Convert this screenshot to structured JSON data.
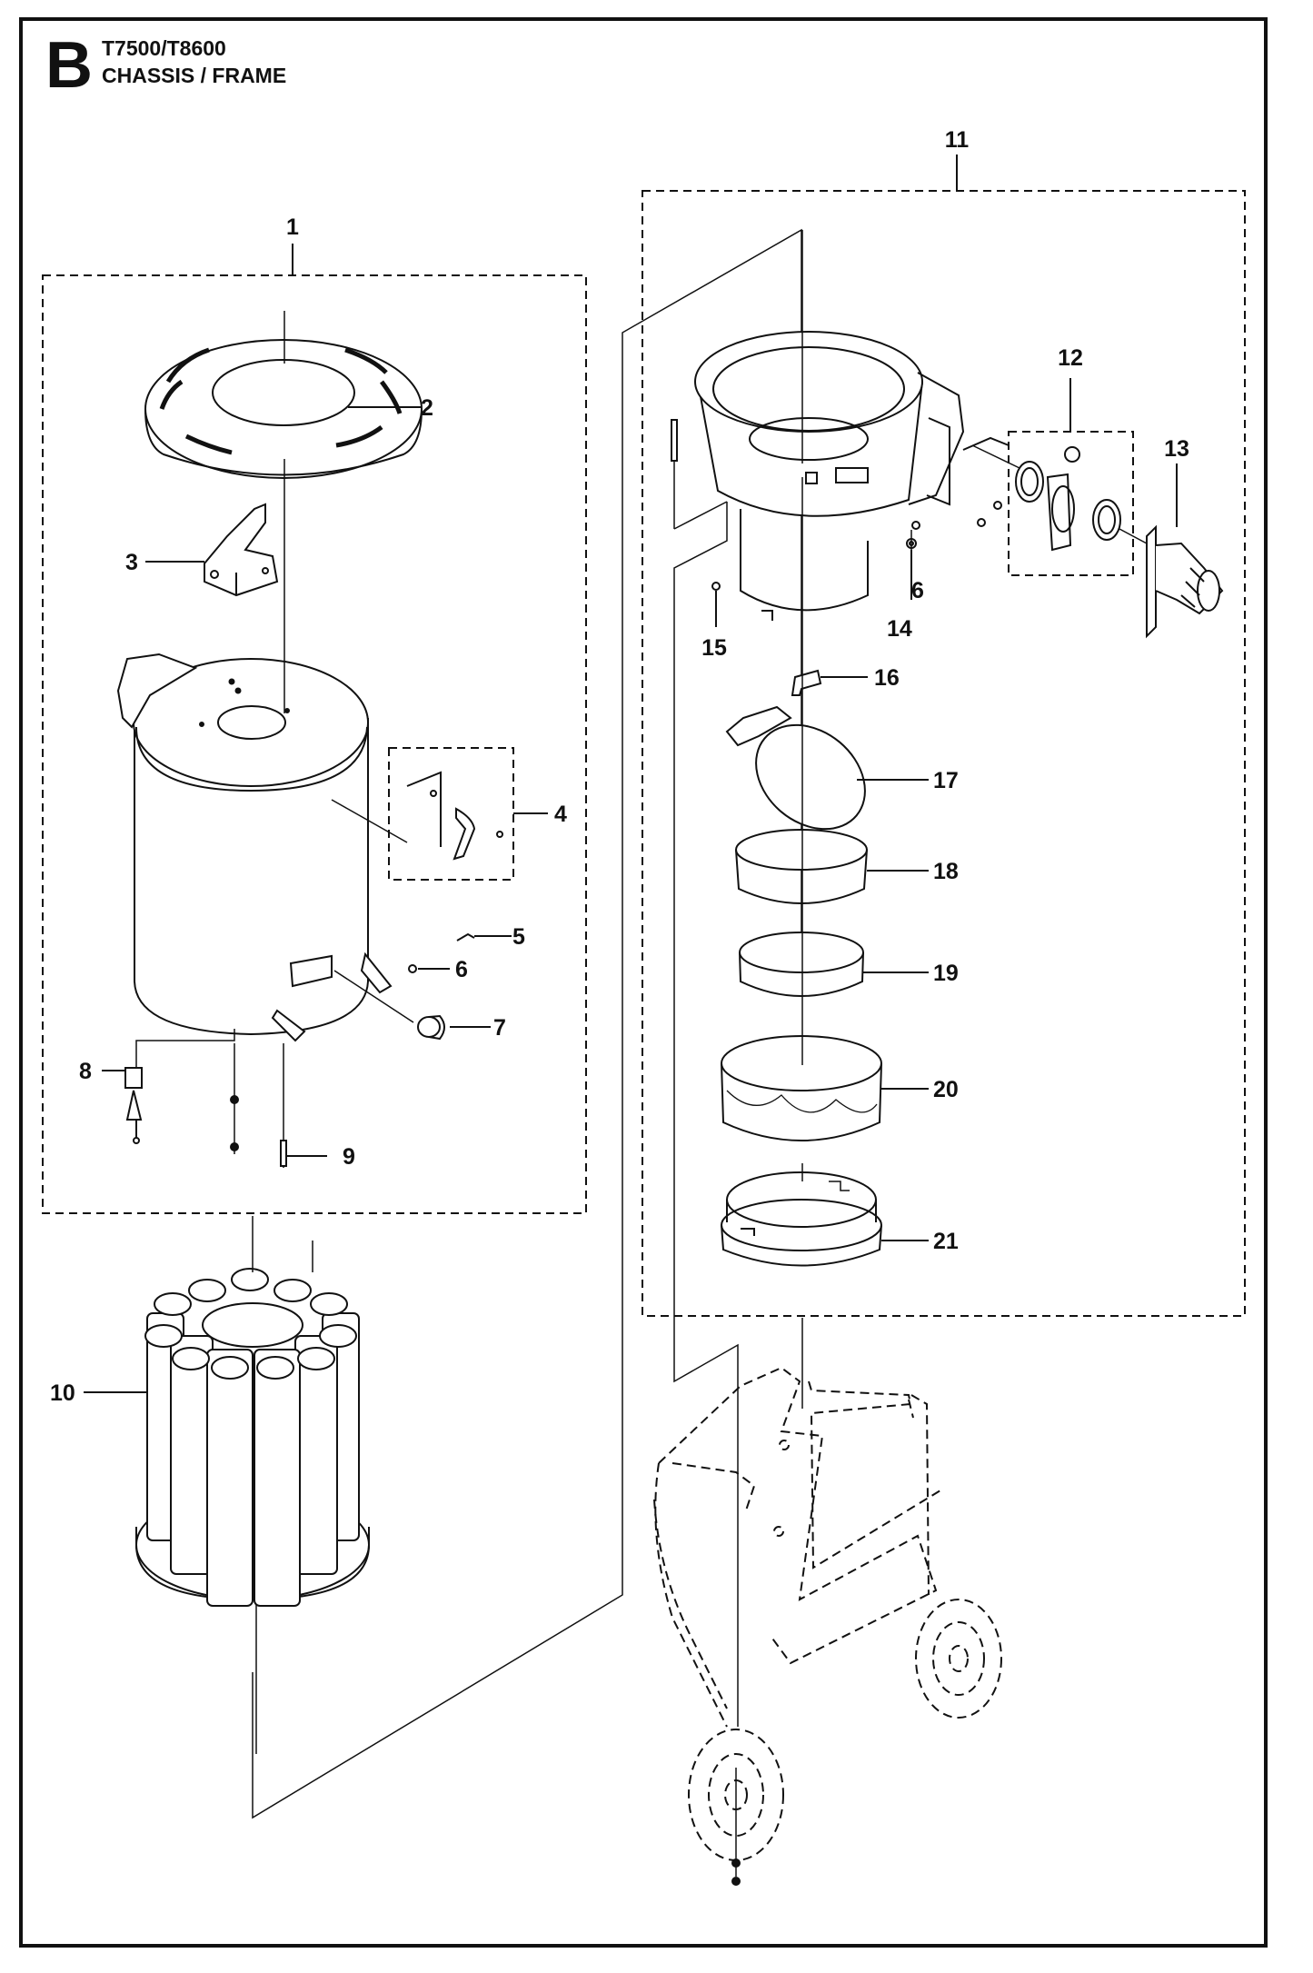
{
  "header": {
    "section_letter": "B",
    "model": "T7500/T8600",
    "title": "CHASSIS / FRAME"
  },
  "callouts": [
    "1",
    "2",
    "3",
    "4",
    "5",
    "6",
    "7",
    "8",
    "9",
    "10",
    "11",
    "12",
    "13",
    "14",
    "6",
    "15",
    "16",
    "17",
    "18",
    "19",
    "20",
    "21"
  ],
  "colors": {
    "line": "#111111",
    "background": "#ffffff",
    "body_fill": "#ffffff"
  }
}
